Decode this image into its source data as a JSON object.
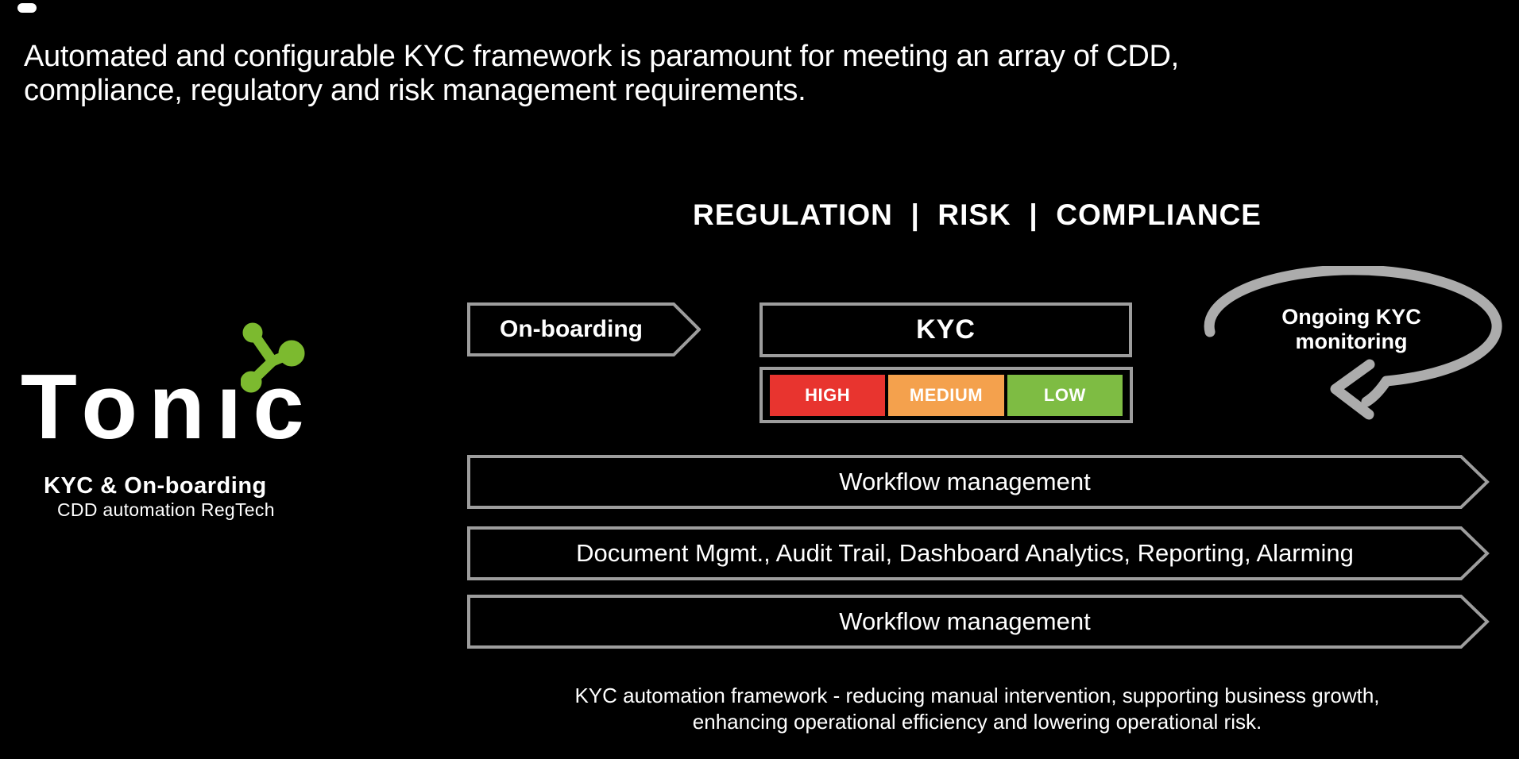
{
  "colors": {
    "background": "#000000",
    "outline_gray": "#9d9d9d",
    "loop_gray": "#acacac",
    "risk_high": "#e8342f",
    "risk_medium": "#f4a14d",
    "risk_low": "#7ebc43",
    "molecule_green": "#7cba2f",
    "text_white": "#ffffff"
  },
  "headline": {
    "line1": "Automated and configurable KYC framework is paramount for meeting an array of CDD,",
    "line2": "compliance, regulatory and risk management requirements."
  },
  "brand": {
    "wordmark": "Tonıc",
    "tagline1": "KYC & On-boarding",
    "tagline2": "CDD automation RegTech"
  },
  "section_heading": "REGULATION  |  RISK  |  COMPLIANCE",
  "flow": {
    "onboarding_label": "On-boarding",
    "kyc_label": "KYC",
    "risk_levels": [
      {
        "label": "HIGH",
        "color": "#e8342f"
      },
      {
        "label": "MEDIUM",
        "color": "#f4a14d"
      },
      {
        "label": "LOW",
        "color": "#7ebc43"
      }
    ],
    "monitoring": {
      "line1": "Ongoing KYC",
      "line2": "monitoring"
    },
    "banners": [
      "Workflow management",
      "Document Mgmt., Audit Trail, Dashboard Analytics, Reporting, Alarming",
      "Workflow management"
    ]
  },
  "caption": {
    "line1": "KYC automation framework - reducing manual intervention, supporting business growth,",
    "line2": "enhancing operational efficiency and lowering operational risk."
  }
}
